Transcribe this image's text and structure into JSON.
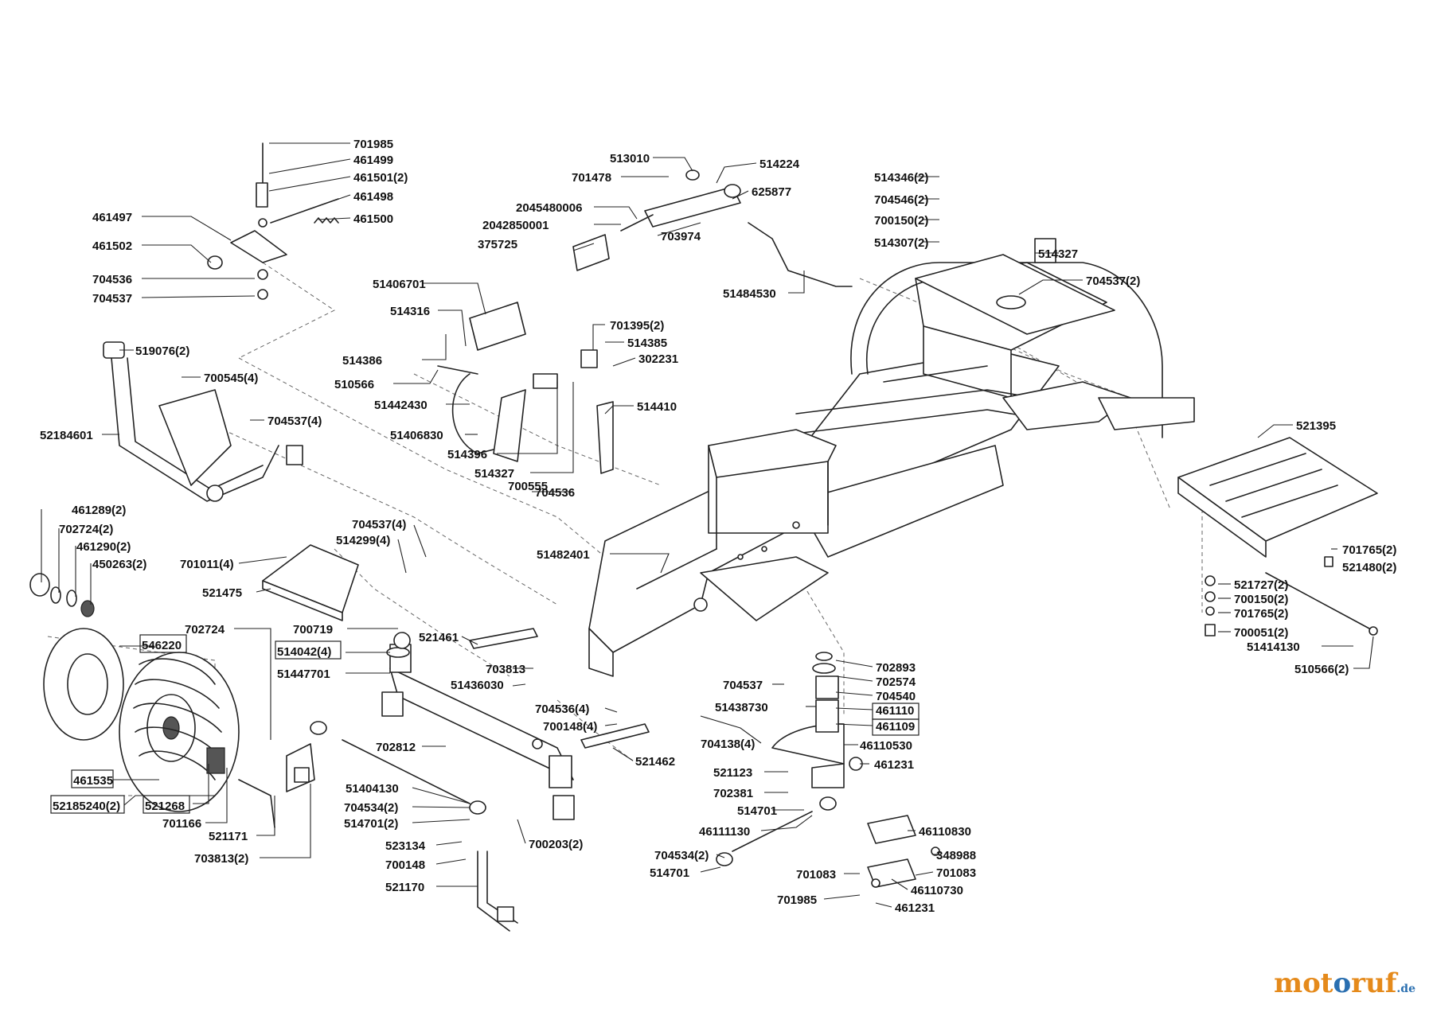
{
  "labels": [
    {
      "id": "l01",
      "text": "701985"
    },
    {
      "id": "l02",
      "text": "461499"
    },
    {
      "id": "l03",
      "text": "461501(2)"
    },
    {
      "id": "l04",
      "text": "461498"
    },
    {
      "id": "l05",
      "text": "461500"
    },
    {
      "id": "l06",
      "text": "461497"
    },
    {
      "id": "l07",
      "text": "461502"
    },
    {
      "id": "l08",
      "text": "704536"
    },
    {
      "id": "l09",
      "text": "704537"
    },
    {
      "id": "l10",
      "text": "519076(2)"
    },
    {
      "id": "l11",
      "text": "700545(4)"
    },
    {
      "id": "l12",
      "text": "704537(4)"
    },
    {
      "id": "l13",
      "text": "52184601"
    },
    {
      "id": "l14",
      "text": "461289(2)"
    },
    {
      "id": "l15",
      "text": "702724(2)"
    },
    {
      "id": "l16",
      "text": "461290(2)"
    },
    {
      "id": "l17",
      "text": "450263(2)"
    },
    {
      "id": "l18",
      "text": "701011(4)"
    },
    {
      "id": "l19",
      "text": "521475"
    },
    {
      "id": "l20",
      "text": "704537(4)"
    },
    {
      "id": "l21",
      "text": "514299(4)"
    },
    {
      "id": "l22",
      "text": "702724"
    },
    {
      "id": "l23",
      "text": "546220"
    },
    {
      "id": "l24",
      "text": "700719"
    },
    {
      "id": "l25",
      "text": "514042(4)"
    },
    {
      "id": "l26",
      "text": "51447701"
    },
    {
      "id": "l27",
      "text": "521461"
    },
    {
      "id": "l28",
      "text": "703813"
    },
    {
      "id": "l29",
      "text": "51436030"
    },
    {
      "id": "l30",
      "text": "704536(4)"
    },
    {
      "id": "l31",
      "text": "700148(4)"
    },
    {
      "id": "l32",
      "text": "521462"
    },
    {
      "id": "l33",
      "text": "702812"
    },
    {
      "id": "l34",
      "text": "461535"
    },
    {
      "id": "l35",
      "text": "52185240(2)"
    },
    {
      "id": "l36",
      "text": "521268"
    },
    {
      "id": "l37",
      "text": "701166"
    },
    {
      "id": "l38",
      "text": "521171"
    },
    {
      "id": "l39",
      "text": "703813(2)"
    },
    {
      "id": "l40",
      "text": "51404130"
    },
    {
      "id": "l41",
      "text": "704534(2)"
    },
    {
      "id": "l42",
      "text": "514701(2)"
    },
    {
      "id": "l43",
      "text": "523134"
    },
    {
      "id": "l44",
      "text": "700148"
    },
    {
      "id": "l45",
      "text": "521170"
    },
    {
      "id": "l46",
      "text": "700203(2)"
    },
    {
      "id": "l47",
      "text": "513010"
    },
    {
      "id": "l48",
      "text": "514224"
    },
    {
      "id": "l49",
      "text": "701478"
    },
    {
      "id": "l50",
      "text": "625877"
    },
    {
      "id": "l51",
      "text": "2045480006"
    },
    {
      "id": "l52",
      "text": "2042850001"
    },
    {
      "id": "l53",
      "text": "703974"
    },
    {
      "id": "l54",
      "text": "375725"
    },
    {
      "id": "l55",
      "text": "51484530"
    },
    {
      "id": "l56",
      "text": "51406701"
    },
    {
      "id": "l57",
      "text": "514316"
    },
    {
      "id": "l58",
      "text": "701395(2)"
    },
    {
      "id": "l59",
      "text": "514385"
    },
    {
      "id": "l60",
      "text": "514386"
    },
    {
      "id": "l61",
      "text": "302231"
    },
    {
      "id": "l62",
      "text": "510566"
    },
    {
      "id": "l63",
      "text": "51442430"
    },
    {
      "id": "l64",
      "text": "514410"
    },
    {
      "id": "l65",
      "text": "51406830"
    },
    {
      "id": "l66",
      "text": "514396"
    },
    {
      "id": "l67",
      "text": "514327"
    },
    {
      "id": "l68",
      "text": "700555"
    },
    {
      "id": "l69",
      "text": "704536"
    },
    {
      "id": "l70",
      "text": "51482401"
    },
    {
      "id": "l71",
      "text": "514346(2)"
    },
    {
      "id": "l72",
      "text": "704546(2)"
    },
    {
      "id": "l73",
      "text": "700150(2)"
    },
    {
      "id": "l74",
      "text": "514307(2)"
    },
    {
      "id": "l75",
      "text": "514327"
    },
    {
      "id": "l76",
      "text": "704537(2)"
    },
    {
      "id": "l77",
      "text": "521395"
    },
    {
      "id": "l78",
      "text": "701765(2)"
    },
    {
      "id": "l79",
      "text": "521480(2)"
    },
    {
      "id": "l80",
      "text": "521727(2)"
    },
    {
      "id": "l81",
      "text": "700150(2)"
    },
    {
      "id": "l82",
      "text": "701765(2)"
    },
    {
      "id": "l83",
      "text": "700051(2)"
    },
    {
      "id": "l84",
      "text": "51414130"
    },
    {
      "id": "l85",
      "text": "510566(2)"
    },
    {
      "id": "l86",
      "text": "702893"
    },
    {
      "id": "l87",
      "text": "702574"
    },
    {
      "id": "l88",
      "text": "704540"
    },
    {
      "id": "l89",
      "text": "704537"
    },
    {
      "id": "l90",
      "text": "461110"
    },
    {
      "id": "l91",
      "text": "51438730"
    },
    {
      "id": "l92",
      "text": "461109"
    },
    {
      "id": "l93",
      "text": "704138(4)"
    },
    {
      "id": "l94",
      "text": "46110530"
    },
    {
      "id": "l95",
      "text": "521123"
    },
    {
      "id": "l96",
      "text": "461231"
    },
    {
      "id": "l97",
      "text": "702381"
    },
    {
      "id": "l98",
      "text": "514701"
    },
    {
      "id": "l99",
      "text": "46111130"
    },
    {
      "id": "l100",
      "text": "46110830"
    },
    {
      "id": "l101",
      "text": "704534(2)"
    },
    {
      "id": "l102",
      "text": "348988"
    },
    {
      "id": "l103",
      "text": "514701"
    },
    {
      "id": "l104",
      "text": "701083"
    },
    {
      "id": "l105",
      "text": "701083"
    },
    {
      "id": "l106",
      "text": "46110730"
    },
    {
      "id": "l107",
      "text": "701985"
    },
    {
      "id": "l108",
      "text": "461231"
    }
  ],
  "watermark": {
    "part1": "mot",
    "part2": "o",
    "part3": "ruf",
    "tld": ".de"
  }
}
